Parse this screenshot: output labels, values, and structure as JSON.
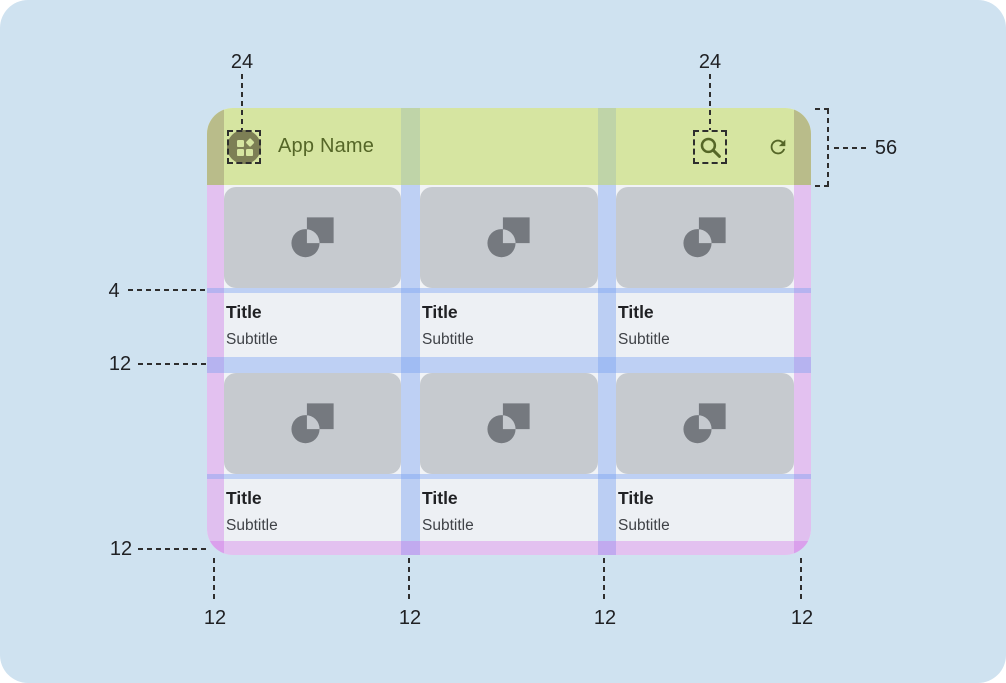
{
  "appbar": {
    "title": "App Name"
  },
  "cards": [
    {
      "title": "Title",
      "subtitle": "Subtitle"
    },
    {
      "title": "Title",
      "subtitle": "Subtitle"
    },
    {
      "title": "Title",
      "subtitle": "Subtitle"
    },
    {
      "title": "Title",
      "subtitle": "Subtitle"
    },
    {
      "title": "Title",
      "subtitle": "Subtitle"
    },
    {
      "title": "Title",
      "subtitle": "Subtitle"
    }
  ],
  "annotations": {
    "icon_size_left": "24",
    "icon_size_right": "24",
    "appbar_height": "56",
    "image_text_gap": "4",
    "row_gap": "12",
    "bottom_margin_left": "12",
    "bottom_margins": [
      "12",
      "12",
      "12",
      "12"
    ]
  },
  "icons": {
    "app_logo": "dashboard-shapes",
    "trailing_1": "search",
    "trailing_2": "refresh",
    "card_placeholder": "image-placeholder"
  },
  "colors": {
    "page-bg": "#cfe2f0",
    "mock-bg": "#f1f3f6",
    "appbar-green": "#d6e5a1",
    "khaki": "#b9bc8a",
    "appbar-gutter": "#bfd4a8",
    "olive": "#556627",
    "logo-circle": "#7d7f55",
    "card-gray": "#c6cacf",
    "glyph-gray": "#75797f",
    "band": "#edf0f4",
    "title": "#202124",
    "subtitle": "#3f4247",
    "purple": "rgba(200,100,230,0.35)",
    "blue": "rgba(120,160,240,0.42)",
    "dash": "#2e2e2e",
    "anno": "#202124"
  }
}
